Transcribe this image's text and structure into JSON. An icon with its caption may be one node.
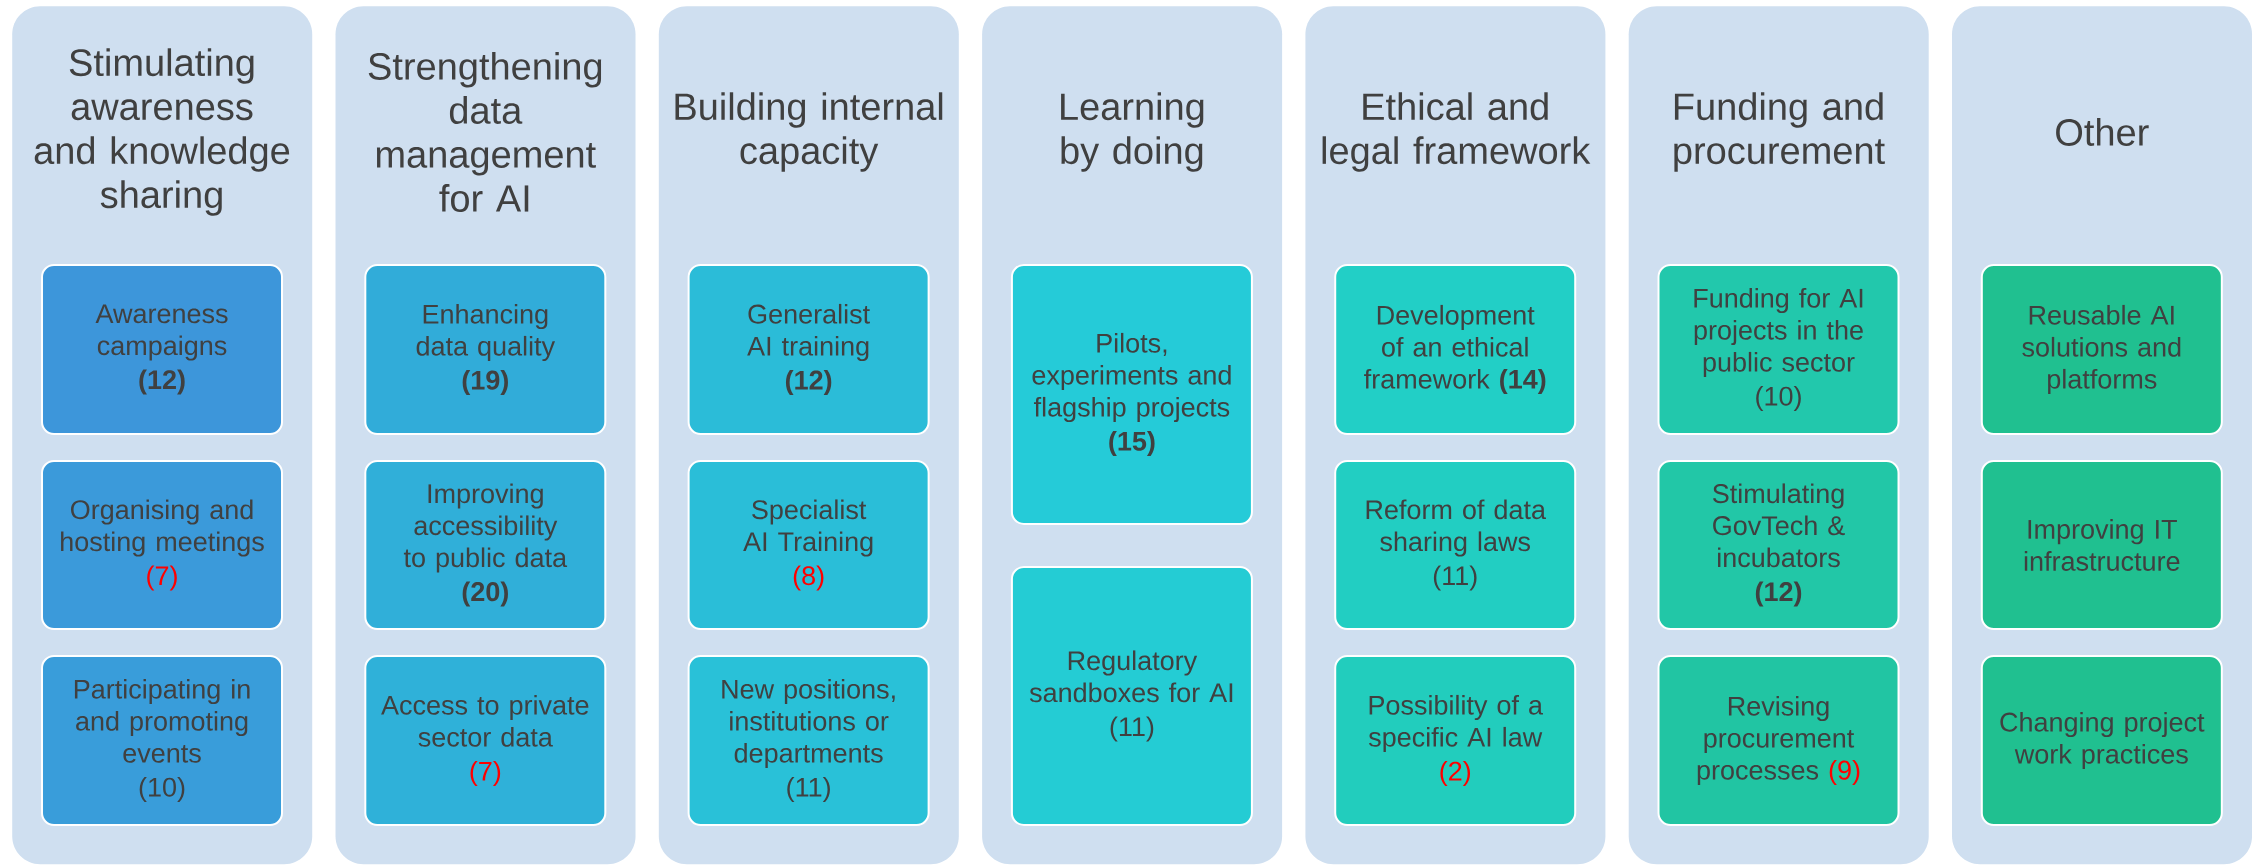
{
  "diagram": {
    "nodes": [
      {
        "text": [
          "Stimulating awareness and knowledge sharing"
        ]
      },
      {
        "text": [
          "Awareness campaigns",
          "(12)"
        ],
        "in": 0
      },
      {
        "text": [
          "Organising and hosting meetings",
          "(7)"
        ],
        "in": 0
      },
      {
        "text": [
          "Participating in and promoting events",
          "(10)"
        ],
        "in": 0
      },
      {
        "text": [
          "Strengthening data management for AI"
        ]
      },
      {
        "text": [
          "Enhancing data quality",
          "(19)"
        ],
        "in": 4
      },
      {
        "text": [
          "Improving accessibility to public data",
          "(20)"
        ],
        "in": 4
      },
      {
        "text": [
          "Access to private sector data",
          "(7)"
        ],
        "in": 4
      },
      {
        "text": [
          "Building internal capacity"
        ]
      },
      {
        "text": [
          "Generalist AI training",
          "(12)"
        ],
        "in": 8
      },
      {
        "text": [
          "Specialist AI Training",
          "(8)"
        ],
        "in": 8
      },
      {
        "text": [
          "New positions, institutions or departments",
          "(11)"
        ],
        "in": 8
      },
      {
        "text": [
          "Learning by doing"
        ]
      },
      {
        "text": [
          "Pilots, experiments and flagship projects",
          "(15)"
        ],
        "in": 12
      },
      {
        "text": [
          "Regulatory sandboxes for AI",
          "(11)"
        ],
        "in": 12
      },
      {
        "text": [
          "Ethical and legal framework"
        ]
      },
      {
        "text": [
          "Development of an ethical framework",
          "(14)"
        ],
        "in": 15
      },
      {
        "text": [
          "Reform of data sharing laws",
          "(11)"
        ],
        "in": 15
      },
      {
        "text": [
          "Possibility of a specific AI law",
          "(2)"
        ],
        "in": 15
      },
      {
        "text": [
          "Funding and procurement"
        ]
      },
      {
        "text": [
          "Funding for AI projects in the public sector",
          "(10)"
        ],
        "in": 19
      },
      {
        "text": [
          "Stimulating GovTech & incubators",
          "(12)"
        ],
        "in": 19
      },
      {
        "text": [
          "Revising procurement processes",
          "(9)"
        ],
        "in": 19
      },
      {
        "text": [
          "Other"
        ]
      },
      {
        "text": [
          "Reusable AI solutions and platforms"
        ],
        "in": 23
      },
      {
        "text": [
          "Improving IT infrastructure"
        ],
        "in": 23
      },
      {
        "text": [
          "Changing project work practices"
        ],
        "in": 23
      }
    ]
  }
}
